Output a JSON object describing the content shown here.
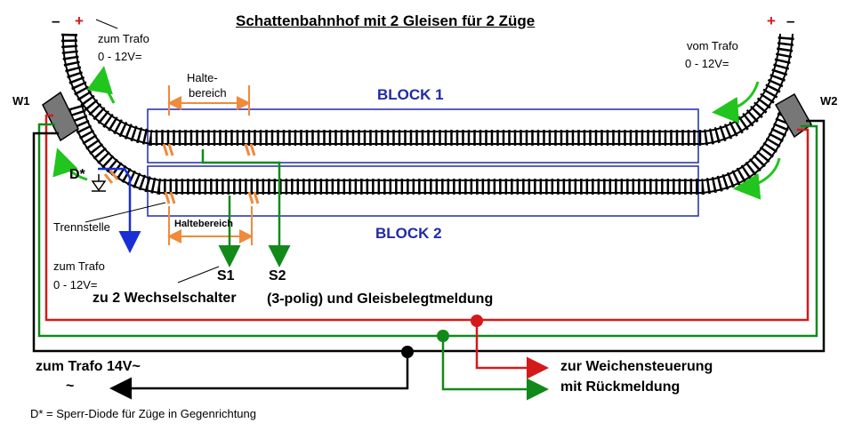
{
  "title": "Schattenbahnhof mit 2 Gleisen für 2 Züge",
  "labels": {
    "w1": "W1",
    "w2": "W2",
    "left_trafo_top": "zum Trafo",
    "left_voltage_top": "0 - 12V=",
    "right_trafo_top": "vom Trafo",
    "right_voltage_top": "0 - 12V=",
    "halte_top_1": "Halte-",
    "halte_top_2": "bereich",
    "halte_bottom": "Haltebereich",
    "block1": "BLOCK 1",
    "block2": "BLOCK 2",
    "diode": "D*",
    "trennstelle": "Trennstelle",
    "left_trafo_bottom": "zum Trafo",
    "left_voltage_bottom": "0 - 12V=",
    "s1": "S1",
    "s2": "S2",
    "switch_text_a": "zu 2 Wechselschalter",
    "switch_text_b": "(3-polig) und Gleisbelegtmeldung",
    "trafo14": "zum Trafo 14V~",
    "tilde": "~",
    "weichen_1": "zur Weichensteuerung",
    "weichen_2": "mit Rückmeldung",
    "footnote": "D* = Sperr-Diode für Züge in Gegenrichtung"
  },
  "polarity": {
    "minus": "–",
    "plus": "+"
  },
  "colors": {
    "rail": "#000000",
    "block": "#1f2aa8",
    "red_wire": "#d41a1a",
    "green_wire": "#118a1a",
    "blue_wire": "#1a2ed4",
    "black_wire": "#000000",
    "orange": "#f08a3c",
    "arrow_green": "#22c41e"
  }
}
